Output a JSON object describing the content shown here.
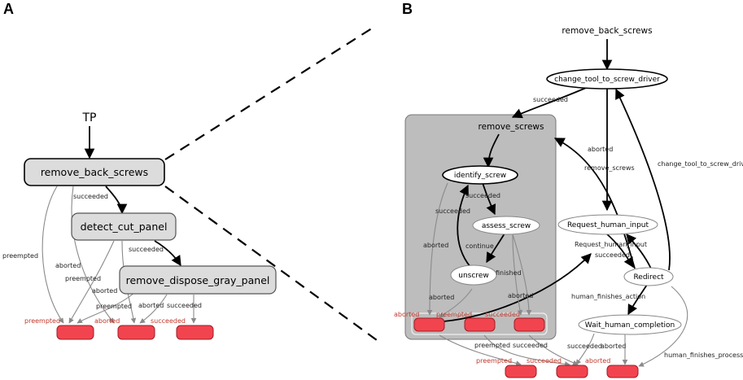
{
  "panels": {
    "a": "A",
    "b": "B"
  },
  "a": {
    "tp": "TP",
    "nodes": {
      "remove_back_screws": "remove_back_screws",
      "detect_cut_panel": "detect_cut_panel",
      "remove_dispose_gray_panel": "remove_dispose_gray_panel"
    },
    "edges": {
      "succeeded_1": "succeeded",
      "succeeded_2": "succeeded",
      "preempted_1": "preempted",
      "aborted_1": "aborted",
      "preempted_2": "preempted",
      "aborted_2": "aborted",
      "preempted_3": "preempted",
      "aborted_3": "aborted",
      "succeeded_3": "succeeded"
    },
    "outcomes": {
      "preempted": "preempted",
      "aborted": "aborted",
      "succeeded": "succeeded"
    }
  },
  "b": {
    "top": "remove_back_screws",
    "container": "remove_screws",
    "nodes": {
      "change_tool": "change_tool_to_screw_driver",
      "identify_screw": "identify_screw",
      "assess_screw": "assess_screw",
      "unscrew": "unscrew",
      "request_human_input": "Request_human_input",
      "redirect": "Redirect",
      "wait_human_completion": "Wait_human_completion"
    },
    "edges": {
      "succeeded_top": "succeeded",
      "aborted_mid": "aborted",
      "remove_screws": "remove_screws",
      "change_tool_to_screw_driver": "change_tool_to_screw_driver",
      "succeeded_id": "succeeded",
      "succeeded_left": "succeeded",
      "aborted_left": "aborted",
      "continue": "continue",
      "finished": "finished",
      "aborted_unscrew": "aborted",
      "aborted_assess": "aborted",
      "request_human_input": "Request_human_input",
      "succeeded_req": "succeeded",
      "human_finishes_action": "human_finishes_action",
      "succeeded_wait": "succeeded",
      "aborted_wait": "aborted",
      "human_finishes_process": "human_finishes_process",
      "preempted_bottom": "preempted",
      "succeeded_bottom": "succeeded"
    },
    "inner_outcomes": {
      "aborted": "aborted",
      "preempted": "preempted",
      "succeeded": "succeeded"
    },
    "outer_outcomes": {
      "preempted": "preempted",
      "succeeded": "succeeded",
      "aborted": "aborted"
    }
  }
}
